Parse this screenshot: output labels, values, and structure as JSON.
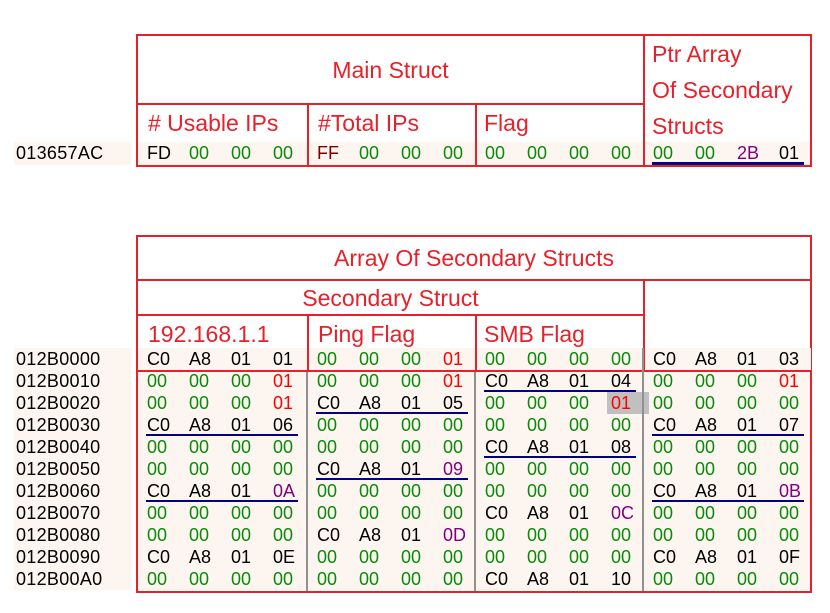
{
  "main": {
    "title": "Main Struct",
    "ptr_title_lines": [
      "Ptr Array",
      "Of Secondary",
      "Structs"
    ],
    "fields": [
      "# Usable IPs",
      "#Total IPs",
      "Flag"
    ],
    "address": "013657AC",
    "bytes": [
      "FD",
      "00",
      "00",
      "00",
      "FF",
      "00",
      "00",
      "00",
      "00",
      "00",
      "00",
      "00",
      "00",
      "00",
      "2B",
      "01"
    ],
    "colors": "kgggdggggggggggk",
    "colors_fix": "kgggdgggggggggpk",
    "underline_groups": [
      3
    ]
  },
  "array": {
    "title": "Array Of Secondary Structs",
    "secondary_title": "Secondary Struct",
    "fields": [
      "192.168.1.1",
      "Ping Flag",
      "SMB Flag"
    ],
    "rows": [
      {
        "address": "012B0000",
        "bytes": [
          "C0",
          "A8",
          "01",
          "01",
          "00",
          "00",
          "00",
          "01",
          "00",
          "00",
          "00",
          "00",
          "C0",
          "A8",
          "01",
          "03"
        ],
        "colors": "kkkkgggrggggkkkk",
        "ul": [],
        "hl": -1
      },
      {
        "address": "012B0010",
        "bytes": [
          "00",
          "00",
          "00",
          "01",
          "00",
          "00",
          "00",
          "01",
          "C0",
          "A8",
          "01",
          "04",
          "00",
          "00",
          "00",
          "01"
        ],
        "colors": "gggrgggrkkkkgggr",
        "ul": [
          2
        ],
        "hl": -1
      },
      {
        "address": "012B0020",
        "bytes": [
          "00",
          "00",
          "00",
          "01",
          "C0",
          "A8",
          "01",
          "05",
          "00",
          "00",
          "00",
          "01",
          "00",
          "00",
          "00",
          "00"
        ],
        "colors": "gggrkkkkgggrgggg",
        "ul": [
          1
        ],
        "hl": 11
      },
      {
        "address": "012B0030",
        "bytes": [
          "C0",
          "A8",
          "01",
          "06",
          "00",
          "00",
          "00",
          "00",
          "00",
          "00",
          "00",
          "00",
          "C0",
          "A8",
          "01",
          "07"
        ],
        "colors": "kkkkggggggggkkkk",
        "ul": [
          0,
          3
        ],
        "hl": -1
      },
      {
        "address": "012B0040",
        "bytes": [
          "00",
          "00",
          "00",
          "00",
          "00",
          "00",
          "00",
          "00",
          "C0",
          "A8",
          "01",
          "08",
          "00",
          "00",
          "00",
          "00"
        ],
        "colors": "ggggggggkkkkgggg",
        "ul": [
          2
        ],
        "hl": -1
      },
      {
        "address": "012B0050",
        "bytes": [
          "00",
          "00",
          "00",
          "00",
          "C0",
          "A8",
          "01",
          "09",
          "00",
          "00",
          "00",
          "00",
          "00",
          "00",
          "00",
          "00"
        ],
        "colors": "ggggkkkpgggggggg",
        "ul": [
          1
        ],
        "hl": -1
      },
      {
        "address": "012B0060",
        "bytes": [
          "C0",
          "A8",
          "01",
          "0A",
          "00",
          "00",
          "00",
          "00",
          "00",
          "00",
          "00",
          "00",
          "C0",
          "A8",
          "01",
          "0B"
        ],
        "colors": "kkkpggggggggkkkp",
        "ul": [
          0,
          3
        ],
        "hl": -1
      },
      {
        "address": "012B0070",
        "bytes": [
          "00",
          "00",
          "00",
          "00",
          "00",
          "00",
          "00",
          "00",
          "C0",
          "A8",
          "01",
          "0C",
          "00",
          "00",
          "00",
          "00"
        ],
        "colors": "ggggggggkkkpgggg",
        "ul": [],
        "hl": -1
      },
      {
        "address": "012B0080",
        "bytes": [
          "00",
          "00",
          "00",
          "00",
          "C0",
          "A8",
          "01",
          "0D",
          "00",
          "00",
          "00",
          "00",
          "00",
          "00",
          "00",
          "00"
        ],
        "colors": "ggggkkkpgggggggg",
        "ul": [],
        "hl": -1
      },
      {
        "address": "012B0090",
        "bytes": [
          "C0",
          "A8",
          "01",
          "0E",
          "00",
          "00",
          "00",
          "00",
          "00",
          "00",
          "00",
          "00",
          "C0",
          "A8",
          "01",
          "0F"
        ],
        "colors": "kkkkggggggggkkkk",
        "ul": [],
        "hl": -1
      },
      {
        "address": "012B00A0",
        "bytes": [
          "00",
          "00",
          "00",
          "00",
          "00",
          "00",
          "00",
          "00",
          "C0",
          "A8",
          "01",
          "10",
          "00",
          "00",
          "00",
          "00"
        ],
        "colors": "ggggggggkkkkgggg",
        "ul": [],
        "hl": -1
      }
    ]
  }
}
